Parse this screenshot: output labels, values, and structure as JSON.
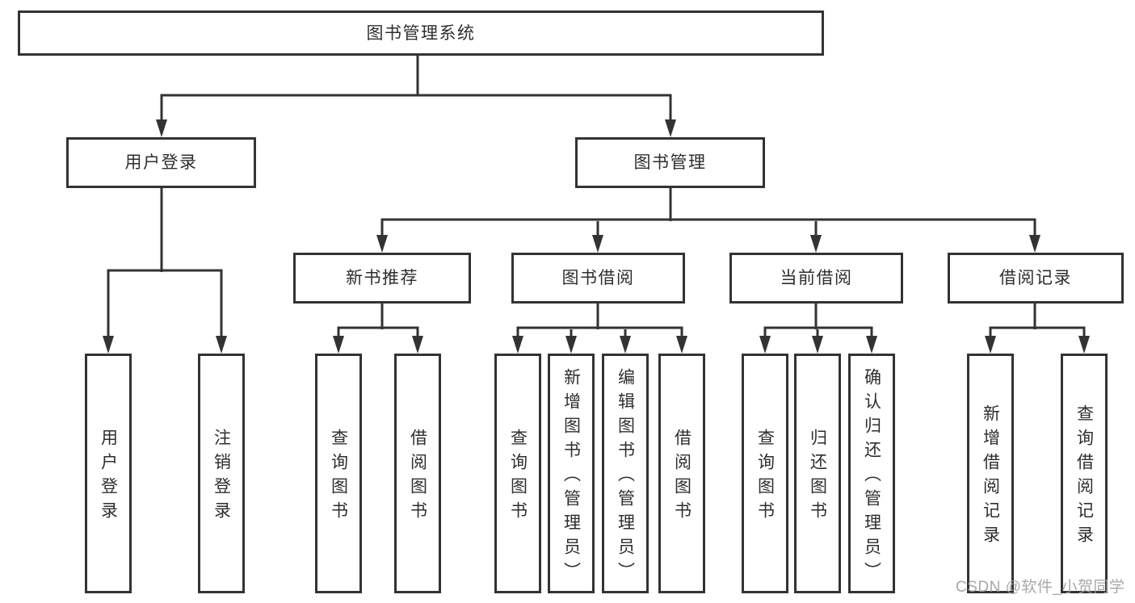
{
  "tree": {
    "root": {
      "label": "图书管理系统"
    },
    "children": [
      {
        "label": "用户登录",
        "children": [
          {
            "label": "用户登录"
          },
          {
            "label": "注销登录"
          }
        ]
      },
      {
        "label": "图书管理",
        "children": [
          {
            "label": "新书推荐",
            "children": [
              {
                "label": "查询图书"
              },
              {
                "label": "借阅图书"
              }
            ]
          },
          {
            "label": "图书借阅",
            "children": [
              {
                "label": "查询图书"
              },
              {
                "label": "新增图书（管理员）"
              },
              {
                "label": "编辑图书（管理员）"
              },
              {
                "label": "借阅图书"
              }
            ]
          },
          {
            "label": "当前借阅",
            "children": [
              {
                "label": "查询图书"
              },
              {
                "label": "归还图书"
              },
              {
                "label": "确认归还（管理员）"
              }
            ]
          },
          {
            "label": "借阅记录",
            "children": [
              {
                "label": "新增借阅记录"
              },
              {
                "label": "查询借阅记录"
              }
            ]
          }
        ]
      }
    ]
  },
  "watermark": {
    "text": "CSDN @软件_小贺同学",
    "color": "#9e9e9e"
  },
  "colors": {
    "line": "#333333",
    "node_border": "#333333",
    "text": "#2e2e2e",
    "background": "#ffffff"
  }
}
